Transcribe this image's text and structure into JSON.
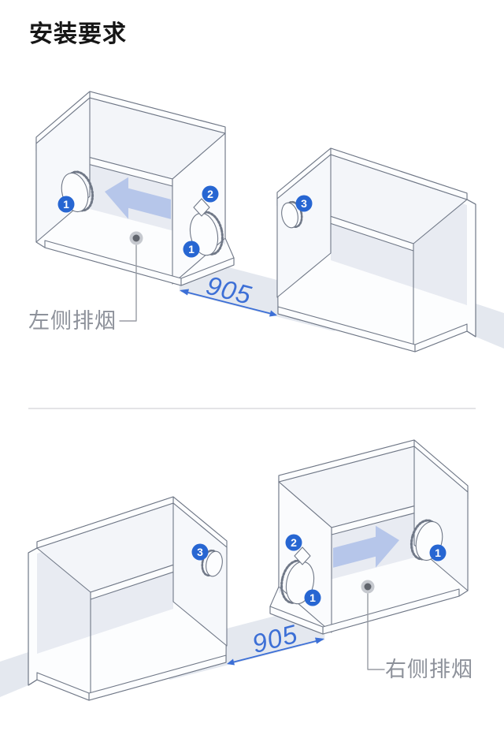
{
  "title": "安装要求",
  "colors": {
    "marker_blue": "#2766d2",
    "dimension_blue": "#3c6fd6",
    "arrow_fill": "#b6c6ea",
    "outline_gray": "#707887",
    "label_gray": "#8d919a",
    "shadow_gray": "#e4e8ef"
  },
  "diagram_top": {
    "name": "left-side-exhaust",
    "label": "左侧排烟",
    "dimension": "905",
    "arrow_direction": "left",
    "markers": {
      "side_hole_outer": "1",
      "front_small_cutout": "2",
      "front_hole": "1",
      "adjacent_box_hole": "3"
    }
  },
  "diagram_bottom": {
    "name": "right-side-exhaust",
    "label": "右侧排烟",
    "dimension": "905",
    "arrow_direction": "right",
    "markers": {
      "side_hole_outer": "1",
      "front_small_cutout": "2",
      "front_hole": "1",
      "adjacent_box_hole": "3"
    }
  }
}
